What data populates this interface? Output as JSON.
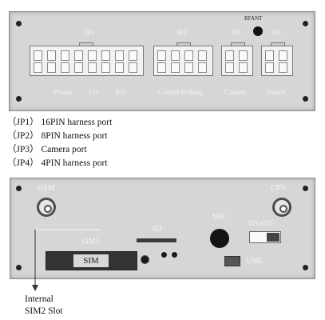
{
  "top_panel": {
    "rfant_label": "RFANT",
    "headers": {
      "jp1": "JP1",
      "jp2": "JP2",
      "jp3": "JP3",
      "jp4": "JP4"
    },
    "labels": {
      "power": "Power",
      "io": "I/O",
      "ad": "AD",
      "central_locking": "Central locking",
      "camera": "Camera",
      "sensor": "Sensor"
    }
  },
  "legend": [
    "（JP1） 16PIN harness port",
    "（JP2） 8PIN harness port",
    "（JP3） Camera port",
    "（JP4） 4PIN harness port"
  ],
  "bottom_panel": {
    "gsm": "GSM",
    "gps": "GPS",
    "sd": "SD",
    "mic": "MIC",
    "on_off": "ON-OFF",
    "sim1": "SIM1",
    "sim_card": "SIM",
    "usb": "USB"
  },
  "callout": {
    "line1": "Internal",
    "line2": "SIM2 Slot"
  }
}
